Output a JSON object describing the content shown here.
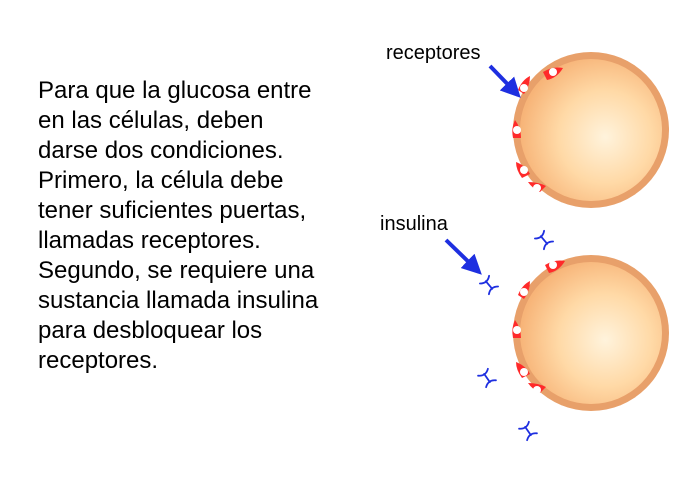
{
  "text": {
    "lines": [
      "Para que la glucosa entre",
      "en las células, deben",
      "darse dos condiciones.",
      "Primero, la célula debe",
      "tener suficientes puertas,",
      "llamadas receptores.",
      "Segundo, se requiere una",
      "sustancia llamada insulina",
      "para desbloquear los",
      "receptores."
    ]
  },
  "labels": {
    "receptores": "receptores",
    "insulina": "insulina"
  },
  "colors": {
    "cell_fill": "#ffd49a",
    "cell_membrane": "#e8a06a",
    "receptor": "#ff2a2a",
    "arrow": "#1e2fe0",
    "insulin": "#1e2fe0"
  }
}
